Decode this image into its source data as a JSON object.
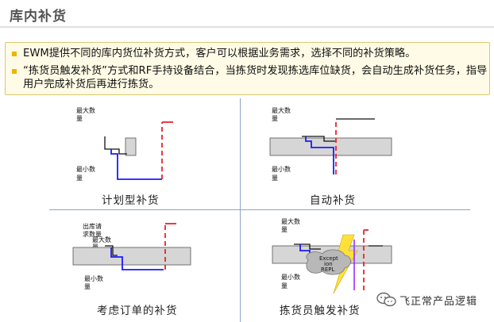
{
  "title": "库内补货",
  "bullets": [
    "EWM提供不同的库内货位补货方式，客户可以根据业务需求，选择不同的补货策略。",
    "“拣货员触发补货”方式和RF手持设备结合，当拣货时发现拣选库位缺货，会自动生成补货任务，指导用户完成补货后再进行拣货。"
  ],
  "panels": {
    "planned": {
      "caption": "计划型补货",
      "max_label": [
        "最大数",
        "量"
      ],
      "min_label": [
        "最小数",
        "量"
      ]
    },
    "auto": {
      "caption": "自动补货",
      "max_label": [
        "最大数",
        "量"
      ],
      "min_label": [
        "最小数",
        "量"
      ]
    },
    "order": {
      "caption": "考虑订单的补货",
      "outbound_label": [
        "出库请",
        "求数量"
      ],
      "max_label": [
        "最大数",
        "量"
      ],
      "min_label": [
        "最小数",
        "量"
      ]
    },
    "picker": {
      "caption": "拣货员触发补货",
      "max_label": [
        "最大数",
        "量"
      ],
      "min_label": [
        "最小数",
        "量"
      ],
      "exception_label": [
        "Except",
        "ion",
        "REPL"
      ]
    }
  },
  "watermark": "飞正常产品逻辑",
  "colors": {
    "stock_line": "#1a1aff",
    "replenish_dashed": "#e8242c",
    "order_line": "#111111",
    "band": "#d6d6d6",
    "bullet_square": "#f0b400",
    "bolt": "#ffe13a"
  },
  "icons": {
    "watermark": "wechat-icon",
    "exception": "lightning-icon"
  }
}
